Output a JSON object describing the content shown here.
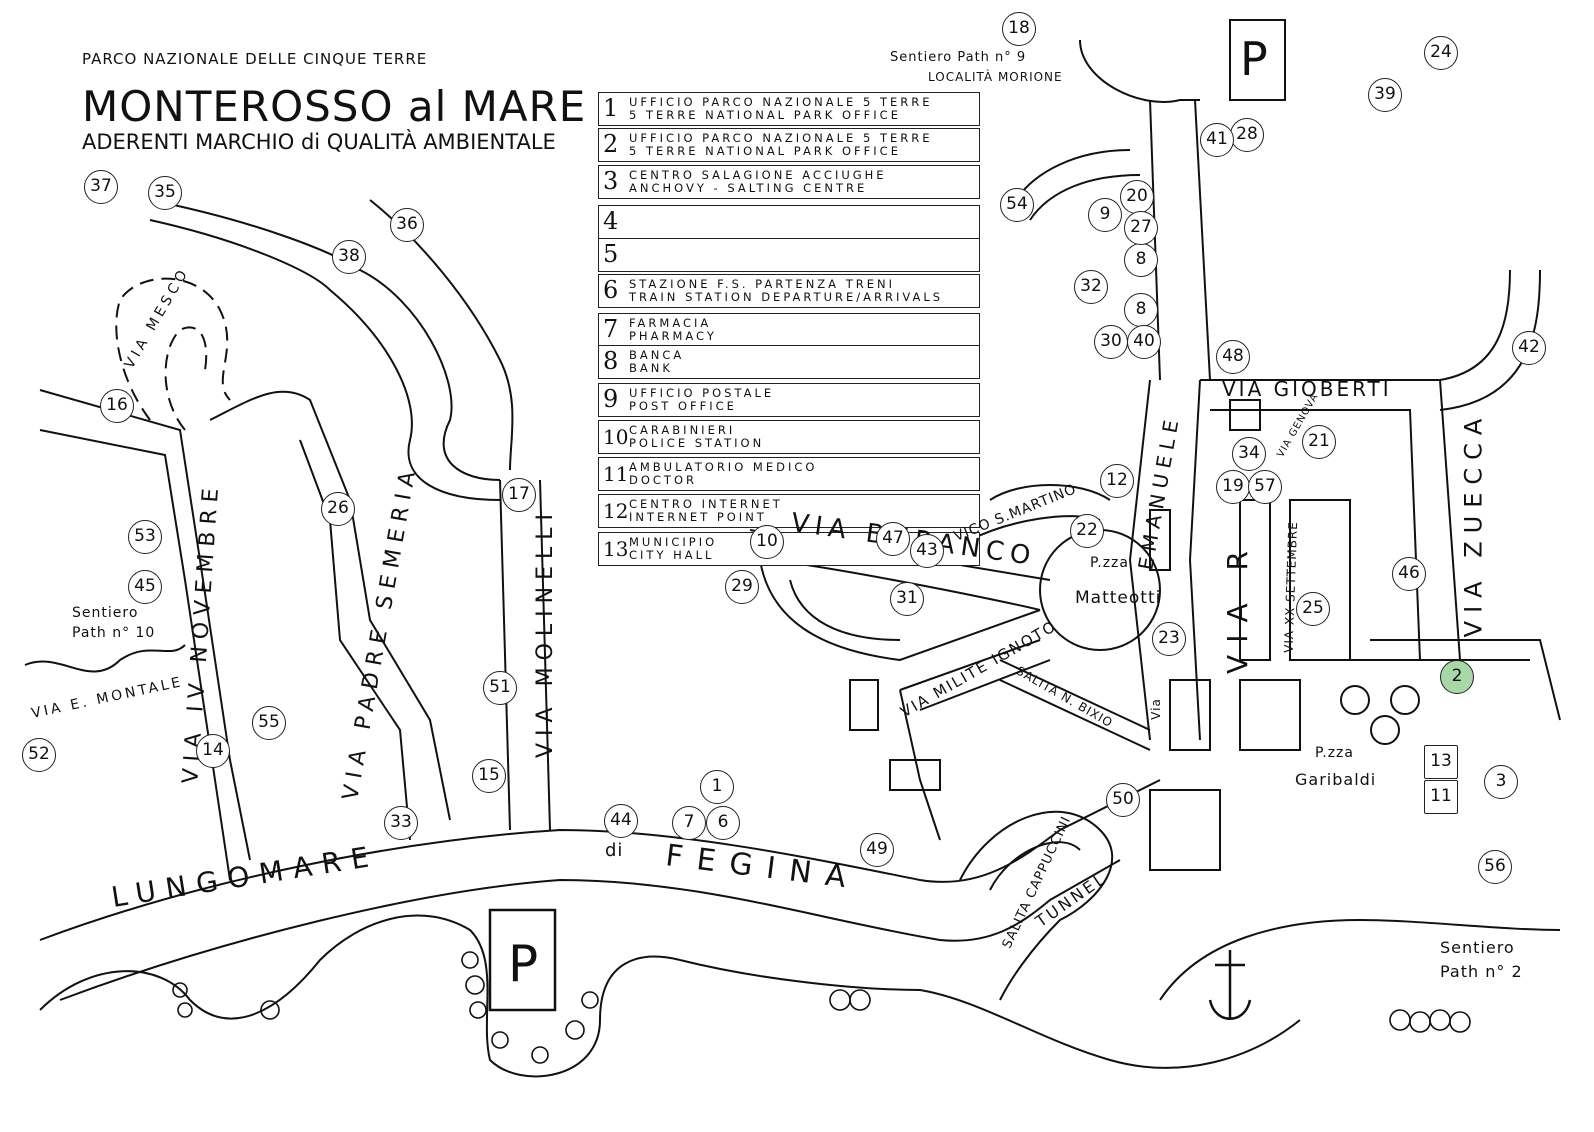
{
  "header": {
    "park_name": "PARCO NAZIONALE DELLE CINQUE TERRE",
    "town": "MONTEROSSO al MARE",
    "subtitle": "ADERENTI MARCHIO di QUALITÀ AMBIENTALE"
  },
  "legend": [
    {
      "num": "1",
      "line1": "UFFICIO PARCO NAZIONALE 5 TERRE",
      "line2": "5 TERRE NATIONAL PARK OFFICE"
    },
    {
      "num": "2",
      "line1": "UFFICIO PARCO NAZIONALE 5 TERRE",
      "line2": "5 TERRE NATIONAL PARK OFFICE"
    },
    {
      "num": "3",
      "line1": "CENTRO SALAGIONE ACCIUGHE",
      "line2": "ANCHOVY - SALTING CENTRE"
    },
    {
      "num": "4",
      "line1": "",
      "line2": ""
    },
    {
      "num": "5",
      "line1": "",
      "line2": ""
    },
    {
      "num": "6",
      "line1": "STAZIONE F.S. PARTENZA TRENI",
      "line2": "TRAIN STATION DEPARTURE/ARRIVALS"
    },
    {
      "num": "7",
      "line1": "FARMACIA",
      "line2": "PHARMACY"
    },
    {
      "num": "8",
      "line1": "BANCA",
      "line2": "BANK"
    },
    {
      "num": "9",
      "line1": "UFFICIO POSTALE",
      "line2": "POST OFFICE"
    },
    {
      "num": "10",
      "line1": "CARABINIERI",
      "line2": "POLICE STATION"
    },
    {
      "num": "11",
      "line1": "AMBULATORIO MEDICO",
      "line2": "DOCTOR"
    },
    {
      "num": "12",
      "line1": "CENTRO INTERNET",
      "line2": "INTERNET POINT"
    },
    {
      "num": "13",
      "line1": "MUNICIPIO",
      "line2": "CITY HALL"
    }
  ],
  "streets": {
    "lungomare": "LUNGOMARE",
    "di": "di",
    "fegina": "FEGINA",
    "via_buranco": "VIA BURANCO",
    "via_gioberti": "VIA GIOBERTI",
    "via_zuecca": "VIA ZUECCA",
    "via_roma": "VIA R",
    "via_emanuele": "EMANUELE",
    "via_xx_settembre": "VIA XX SETTEMBRE",
    "via_genova": "VIA GENOVA",
    "via_iv_novembre": "VIA IV NOVEMBRE",
    "via_padre_semeria": "VIA PADRE SEMERIA",
    "via_molinelli": "VIA MOLINELLI",
    "via_mesco": "VIA MESCO",
    "via_e_montale": "VIA E. MONTALE",
    "via_milite_ignoto": "VIA MILITE IGNOTO",
    "salita_bixio": "SALITA N. BIXIO",
    "vico_s_martino": "VICO S.MARTINO",
    "salita_cappuccini": "SALITA CAPPUCCINI",
    "tunnel": "TUNNEL",
    "via_vittorio": "Via",
    "piazza_matteotti_1": "P.zza",
    "piazza_matteotti_2": "Matteotti",
    "piazza_garibaldi_1": "P.zza",
    "piazza_garibaldi_2": "Garibaldi",
    "localita_morione": "LOCALITÀ MORIONE",
    "sentiero9": "Sentiero Path n° 9",
    "sentiero10_1": "Sentiero",
    "sentiero10_2": "Path n° 10",
    "sentiero2_1": "Sentiero",
    "sentiero2_2": "Path n° 2",
    "parking": "P"
  },
  "pins": [
    "1",
    "2",
    "3",
    "6",
    "7",
    "8",
    "8b",
    "9",
    "10",
    "11",
    "12",
    "13",
    "14",
    "15",
    "16",
    "17",
    "18",
    "19",
    "20",
    "21",
    "22",
    "23",
    "24",
    "25",
    "26",
    "27",
    "28",
    "29",
    "30",
    "31",
    "32",
    "33",
    "34",
    "35",
    "36",
    "37",
    "38",
    "39",
    "40",
    "41",
    "42",
    "43",
    "44",
    "45",
    "46",
    "47",
    "48",
    "49",
    "50",
    "51",
    "52",
    "53",
    "54",
    "55",
    "56",
    "57"
  ],
  "pin_labels": {
    "1": "1",
    "2": "2",
    "3": "3",
    "6": "6",
    "7": "7",
    "8": "8",
    "8b": "8",
    "9": "9",
    "10": "10",
    "11": "11",
    "12": "12",
    "13": "13",
    "14": "14",
    "15": "15",
    "16": "16",
    "17": "17",
    "18": "18",
    "19": "19",
    "20": "20",
    "21": "21",
    "22": "22",
    "23": "23",
    "24": "24",
    "25": "25",
    "26": "26",
    "27": "27",
    "28": "28",
    "29": "29",
    "30": "30",
    "31": "31",
    "32": "32",
    "33": "33",
    "34": "34",
    "35": "35",
    "36": "36",
    "37": "37",
    "38": "38",
    "39": "39",
    "40": "40",
    "41": "41",
    "42": "42",
    "43": "43",
    "44": "44",
    "45": "45",
    "46": "46",
    "47": "47",
    "48": "48",
    "49": "49",
    "50": "50",
    "51": "51",
    "52": "52",
    "53": "53",
    "54": "54",
    "55": "55",
    "56": "56",
    "57": "57"
  },
  "colors": {
    "ink": "#111111",
    "pin_highlight": "#a8d8a8"
  }
}
